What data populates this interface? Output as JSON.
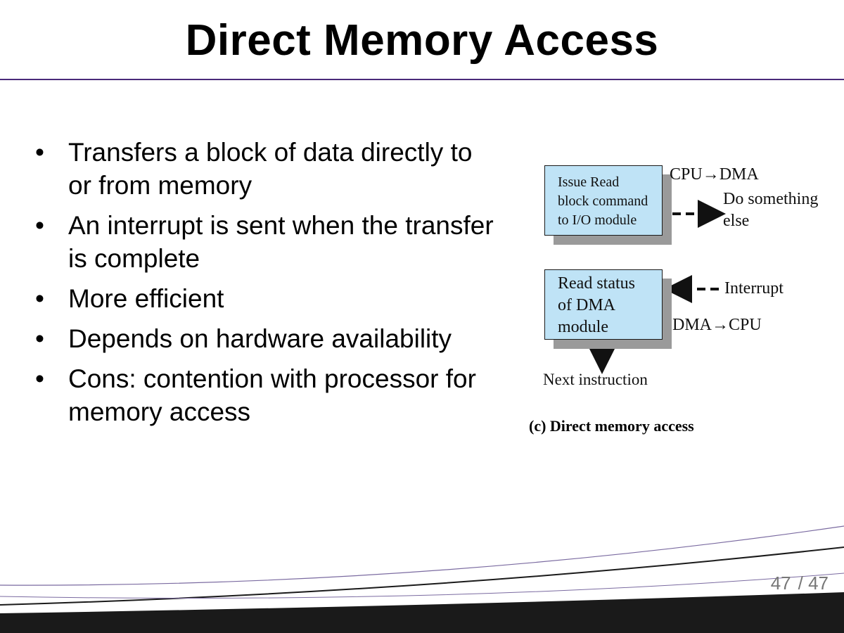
{
  "slide": {
    "title": "Direct Memory Access",
    "bullet_glyph": "•",
    "bullets": [
      "Transfers a block of data directly to or from memory",
      "An interrupt is sent when the transfer is complete",
      "More efficient",
      "Depends on hardware availability",
      "Cons: contention with processor for memory access"
    ],
    "figure": {
      "box1_lines": [
        "Issue Read",
        "block command",
        "to I/O module"
      ],
      "box2_lines": [
        "Read status",
        "of DMA",
        "module"
      ],
      "cpu_dma": "CPU→DMA",
      "do_something": "Do something",
      "else": "else",
      "interrupt": "Interrupt",
      "dma_cpu": "DMA→CPU",
      "next_instruction": "Next instruction",
      "caption": "(c) Direct memory access",
      "box_color": "#bfe3f6"
    },
    "page_current": "47",
    "page_total": "/ 47",
    "accent_color": "#4a2a7a"
  }
}
